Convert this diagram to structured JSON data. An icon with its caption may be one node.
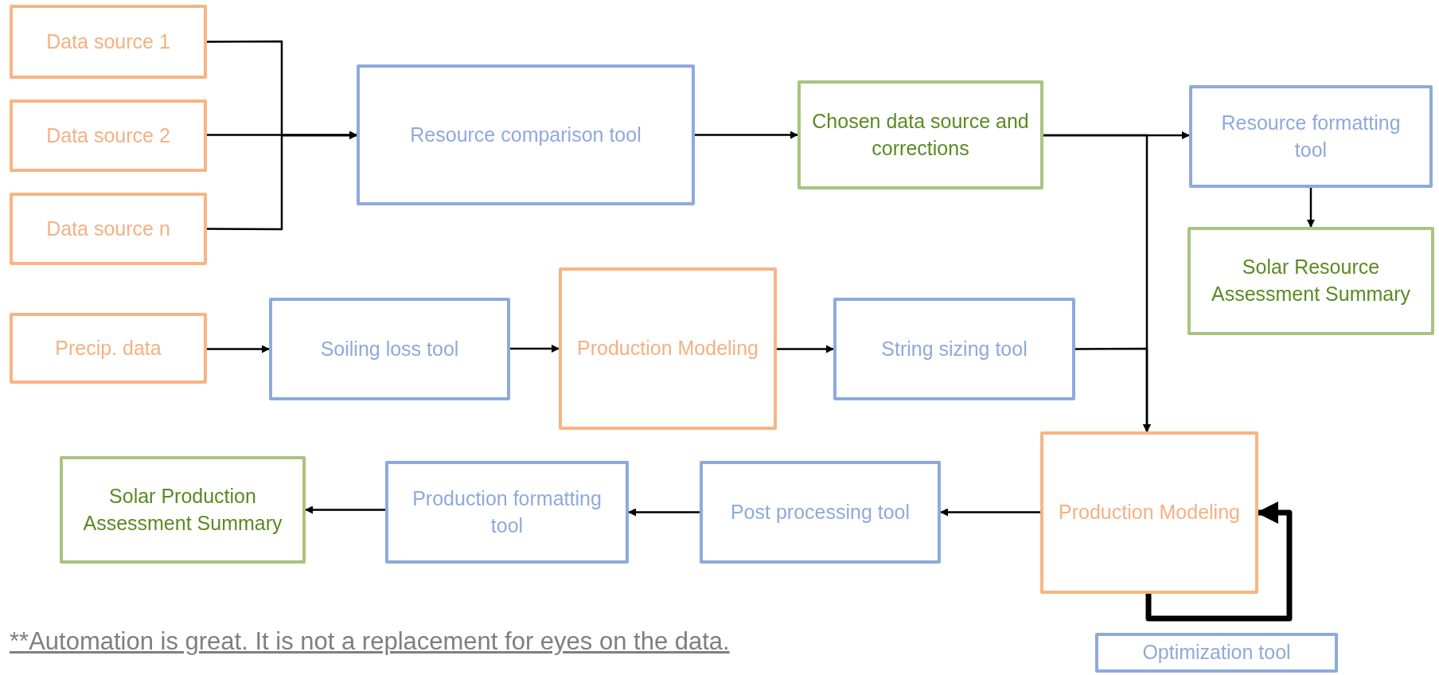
{
  "diagram": {
    "nodes": [
      {
        "text": [
          "Data source 1"
        ]
      },
      {
        "text": [
          "Data source 2"
        ]
      },
      {
        "text": [
          "Data source n"
        ]
      },
      {
        "text": [
          "Resource comparison tool"
        ]
      },
      {
        "text": [
          "Chosen data source and corrections"
        ]
      },
      {
        "text": [
          "Resource formatting tool"
        ]
      },
      {
        "text": [
          "Solar Resource Assessment Summary"
        ]
      },
      {
        "text": [
          "Precip. data"
        ]
      },
      {
        "text": [
          "Soiling loss tool"
        ]
      },
      {
        "text": [
          "Production Modeling"
        ]
      },
      {
        "text": [
          "String sizing tool"
        ]
      },
      {
        "text": [
          "Production Modeling"
        ]
      },
      {
        "text": [
          "Post processing tool"
        ]
      },
      {
        "text": [
          "Production formatting tool"
        ]
      },
      {
        "text": [
          "Solar Production Assessment Summary"
        ]
      },
      {
        "text": [
          "Optimization tool"
        ]
      }
    ],
    "edges": [
      {
        "from": 0,
        "to": 3,
        "arrow": "to"
      },
      {
        "from": 1,
        "to": 3,
        "arrow": "to"
      },
      {
        "from": 2,
        "to": 3,
        "arrow": "to"
      },
      {
        "from": 3,
        "to": 4,
        "arrow": "to"
      },
      {
        "from": 4,
        "to": 5,
        "arrow": "to"
      },
      {
        "from": 4,
        "to": 11,
        "arrow": "to"
      },
      {
        "from": 10,
        "to": 11,
        "arrow": "to"
      },
      {
        "from": 5,
        "to": 6,
        "arrow": "to"
      },
      {
        "from": 7,
        "to": 8,
        "arrow": "to"
      },
      {
        "from": 8,
        "to": 9,
        "arrow": "to"
      },
      {
        "from": 9,
        "to": 10,
        "arrow": "to"
      },
      {
        "from": 11,
        "to": 12,
        "arrow": "to"
      },
      {
        "from": 12,
        "to": 13,
        "arrow": "to"
      },
      {
        "from": 13,
        "to": 14,
        "arrow": "to"
      },
      {
        "from": 11,
        "to": 11,
        "arrow": "to",
        "style": "thick"
      }
    ],
    "labels": [
      "**Automation is great. It is not a replacement for eyes on the data."
    ]
  }
}
